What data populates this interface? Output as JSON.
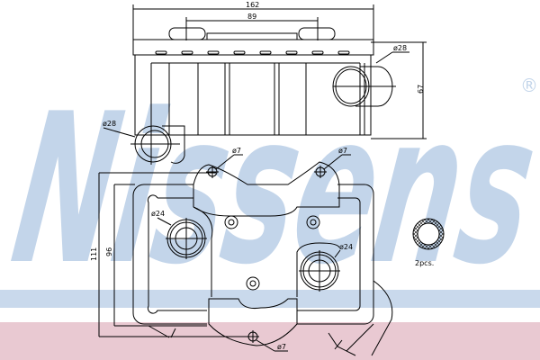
{
  "watermark": {
    "text": "Nissens",
    "registered_mark": "®",
    "color": "#c3d5ea"
  },
  "background_bands": {
    "blue": "#c9d9ec",
    "pink": "#e9c9d2"
  },
  "top_view": {
    "overall_width": "162",
    "mount_spacing": "89",
    "height": "67",
    "port_right_diameter": "ø28",
    "port_left_diameter": "ø28"
  },
  "front_view": {
    "height_outer": "111",
    "height_inner": "96",
    "hole_top_left": "ø7",
    "hole_top_right": "ø7",
    "hole_bottom": "ø7",
    "port_left_diameter": "ø24",
    "port_right_diameter": "ø24"
  },
  "seal": {
    "quantity": "2pcs."
  }
}
